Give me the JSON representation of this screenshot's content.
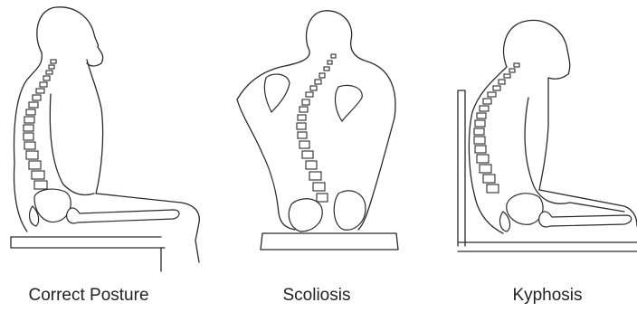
{
  "panels": [
    {
      "id": "correct",
      "label": "Correct Posture"
    },
    {
      "id": "scoliosis",
      "label": "Scoliosis"
    },
    {
      "id": "kyphosis",
      "label": "Kyphosis"
    }
  ]
}
